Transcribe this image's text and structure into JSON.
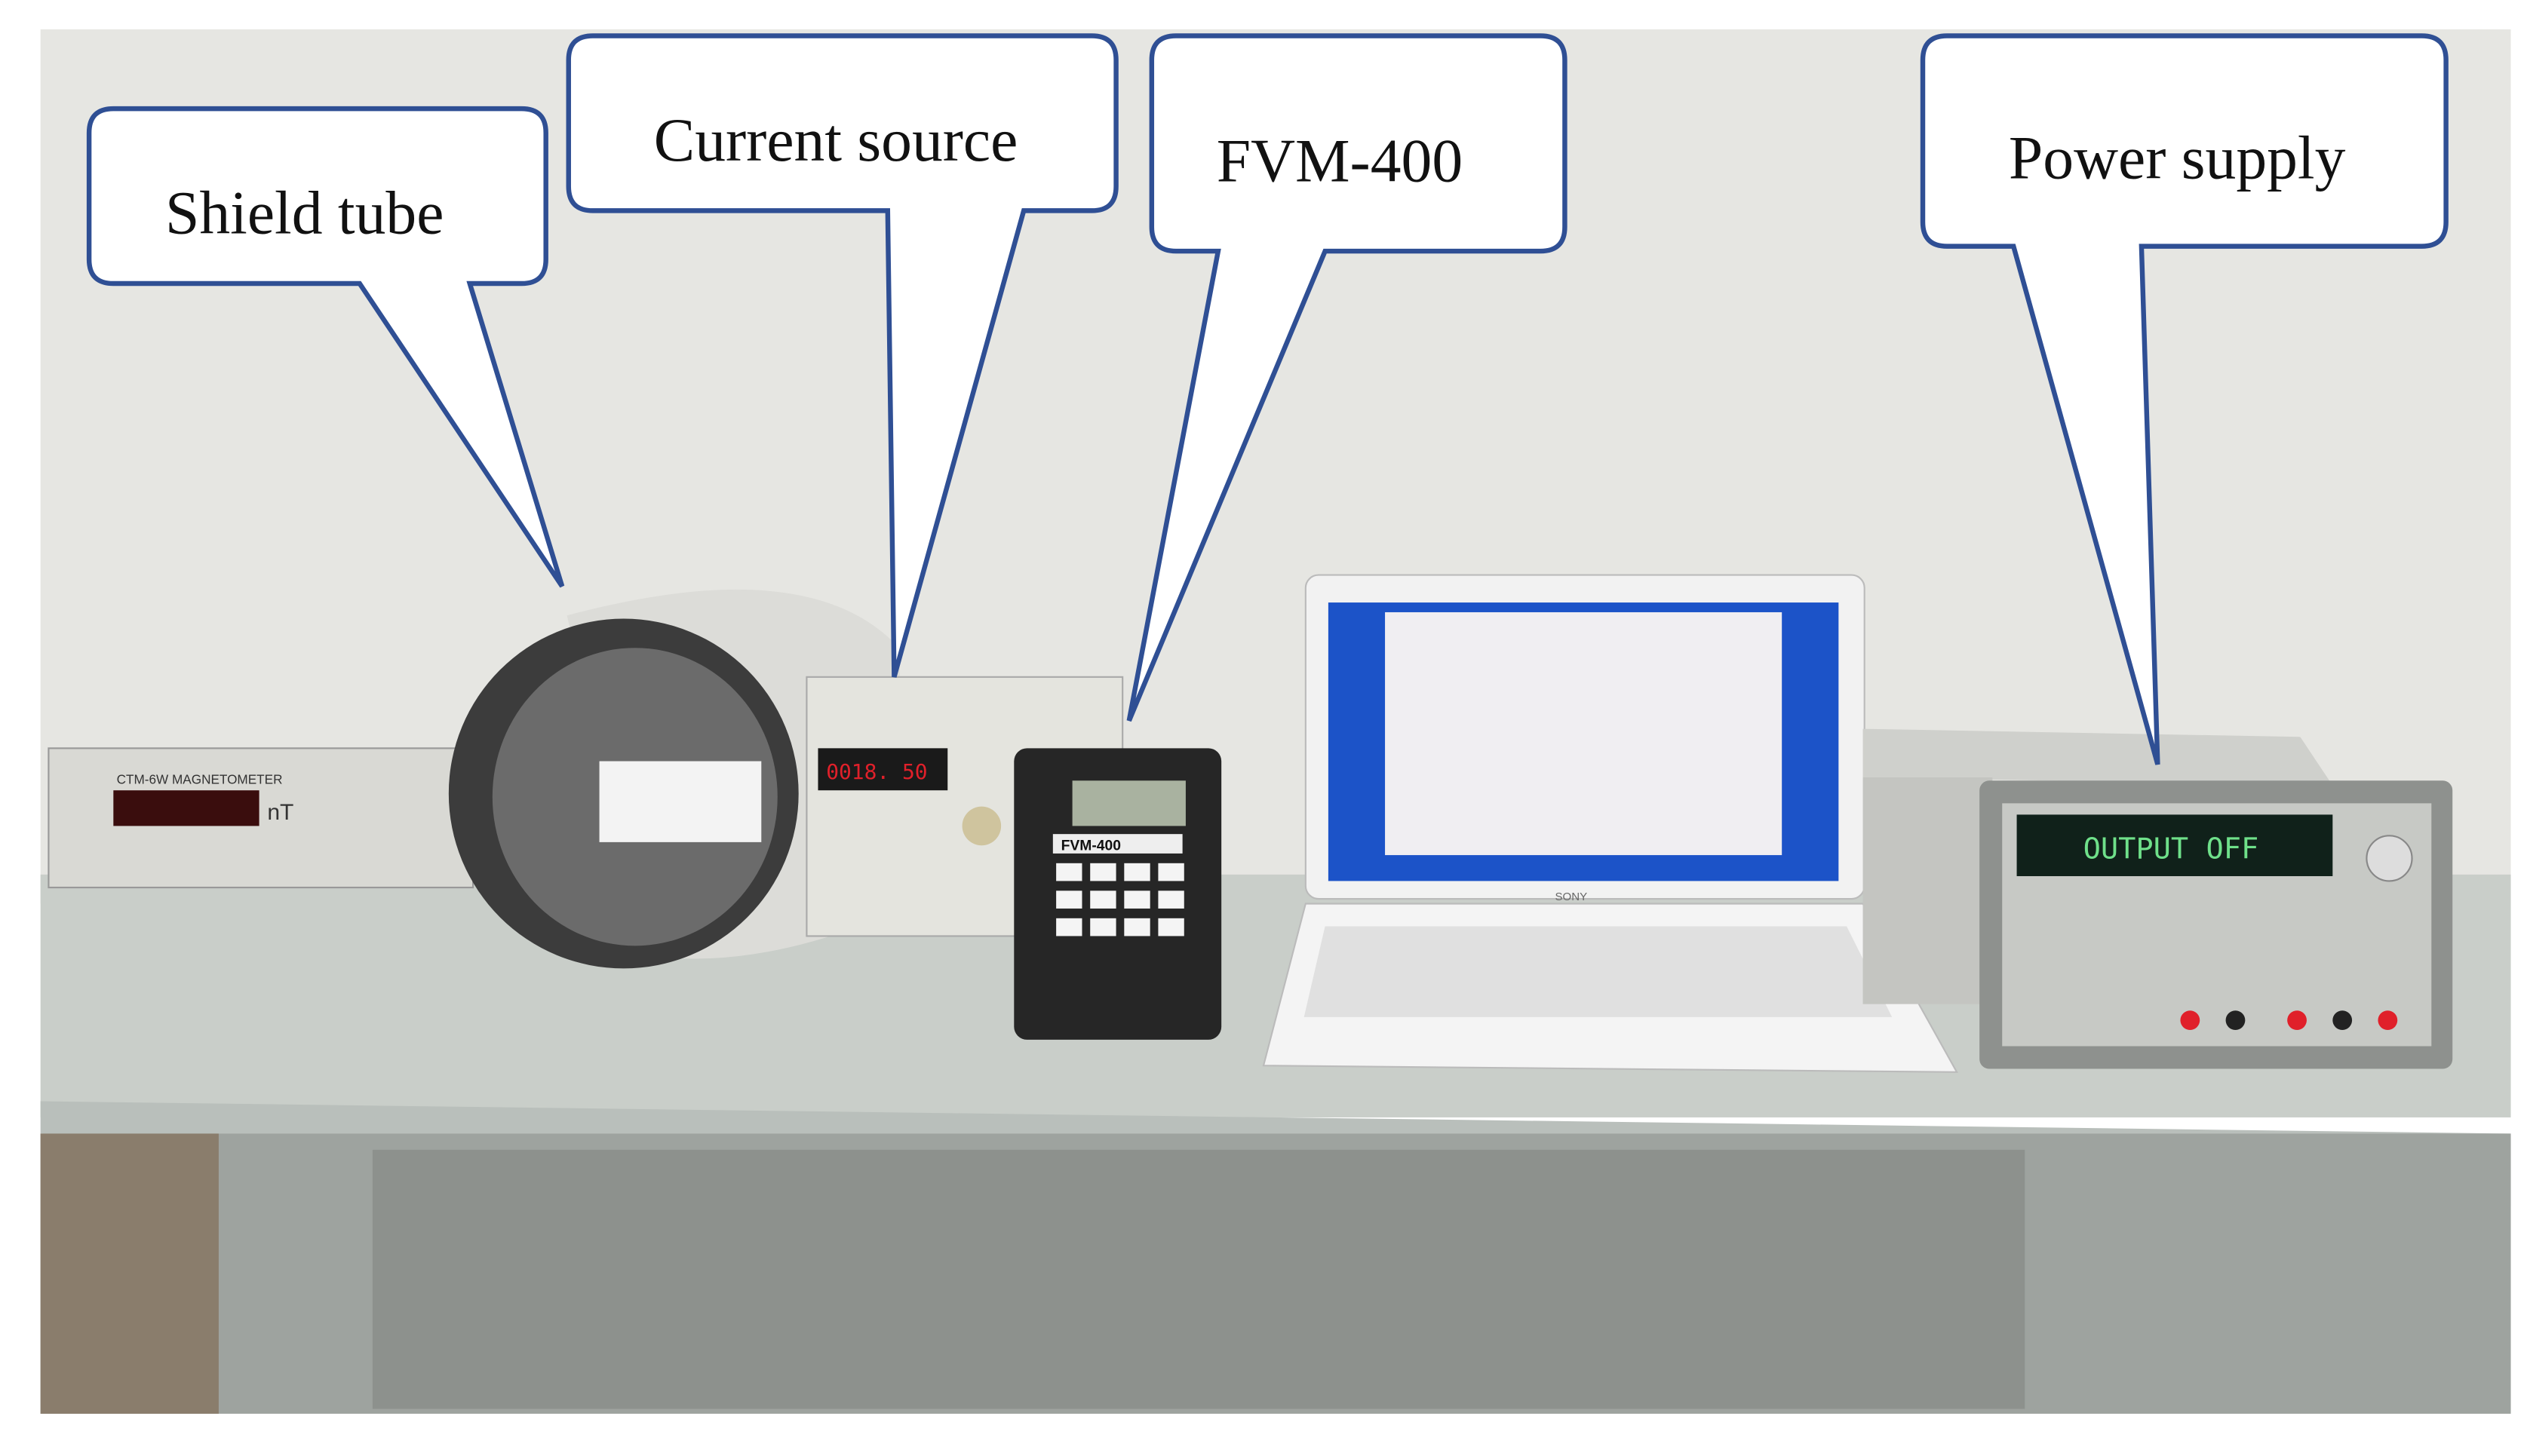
{
  "callouts": [
    {
      "label": "Shield tube"
    },
    {
      "label": "Current source"
    },
    {
      "label": "FVM-400"
    },
    {
      "label": "Power supply"
    }
  ],
  "device_text": {
    "magnetometer_title": "CTM-6W MAGNETOMETER",
    "magnetometer_unit": "nT",
    "current_source_display": "0018. 50",
    "fvm_label": "FVM-400",
    "laptop_brand": "SONY",
    "power_supply_display": "OUTPUT OFF"
  },
  "colors": {
    "callout_border": "#2f4f94",
    "callout_fill": "#ffffff",
    "wall": "#e6e6e2",
    "table": "#c7ccc8",
    "lcd_green": "#6fe08a",
    "led_red": "#e0202a"
  }
}
